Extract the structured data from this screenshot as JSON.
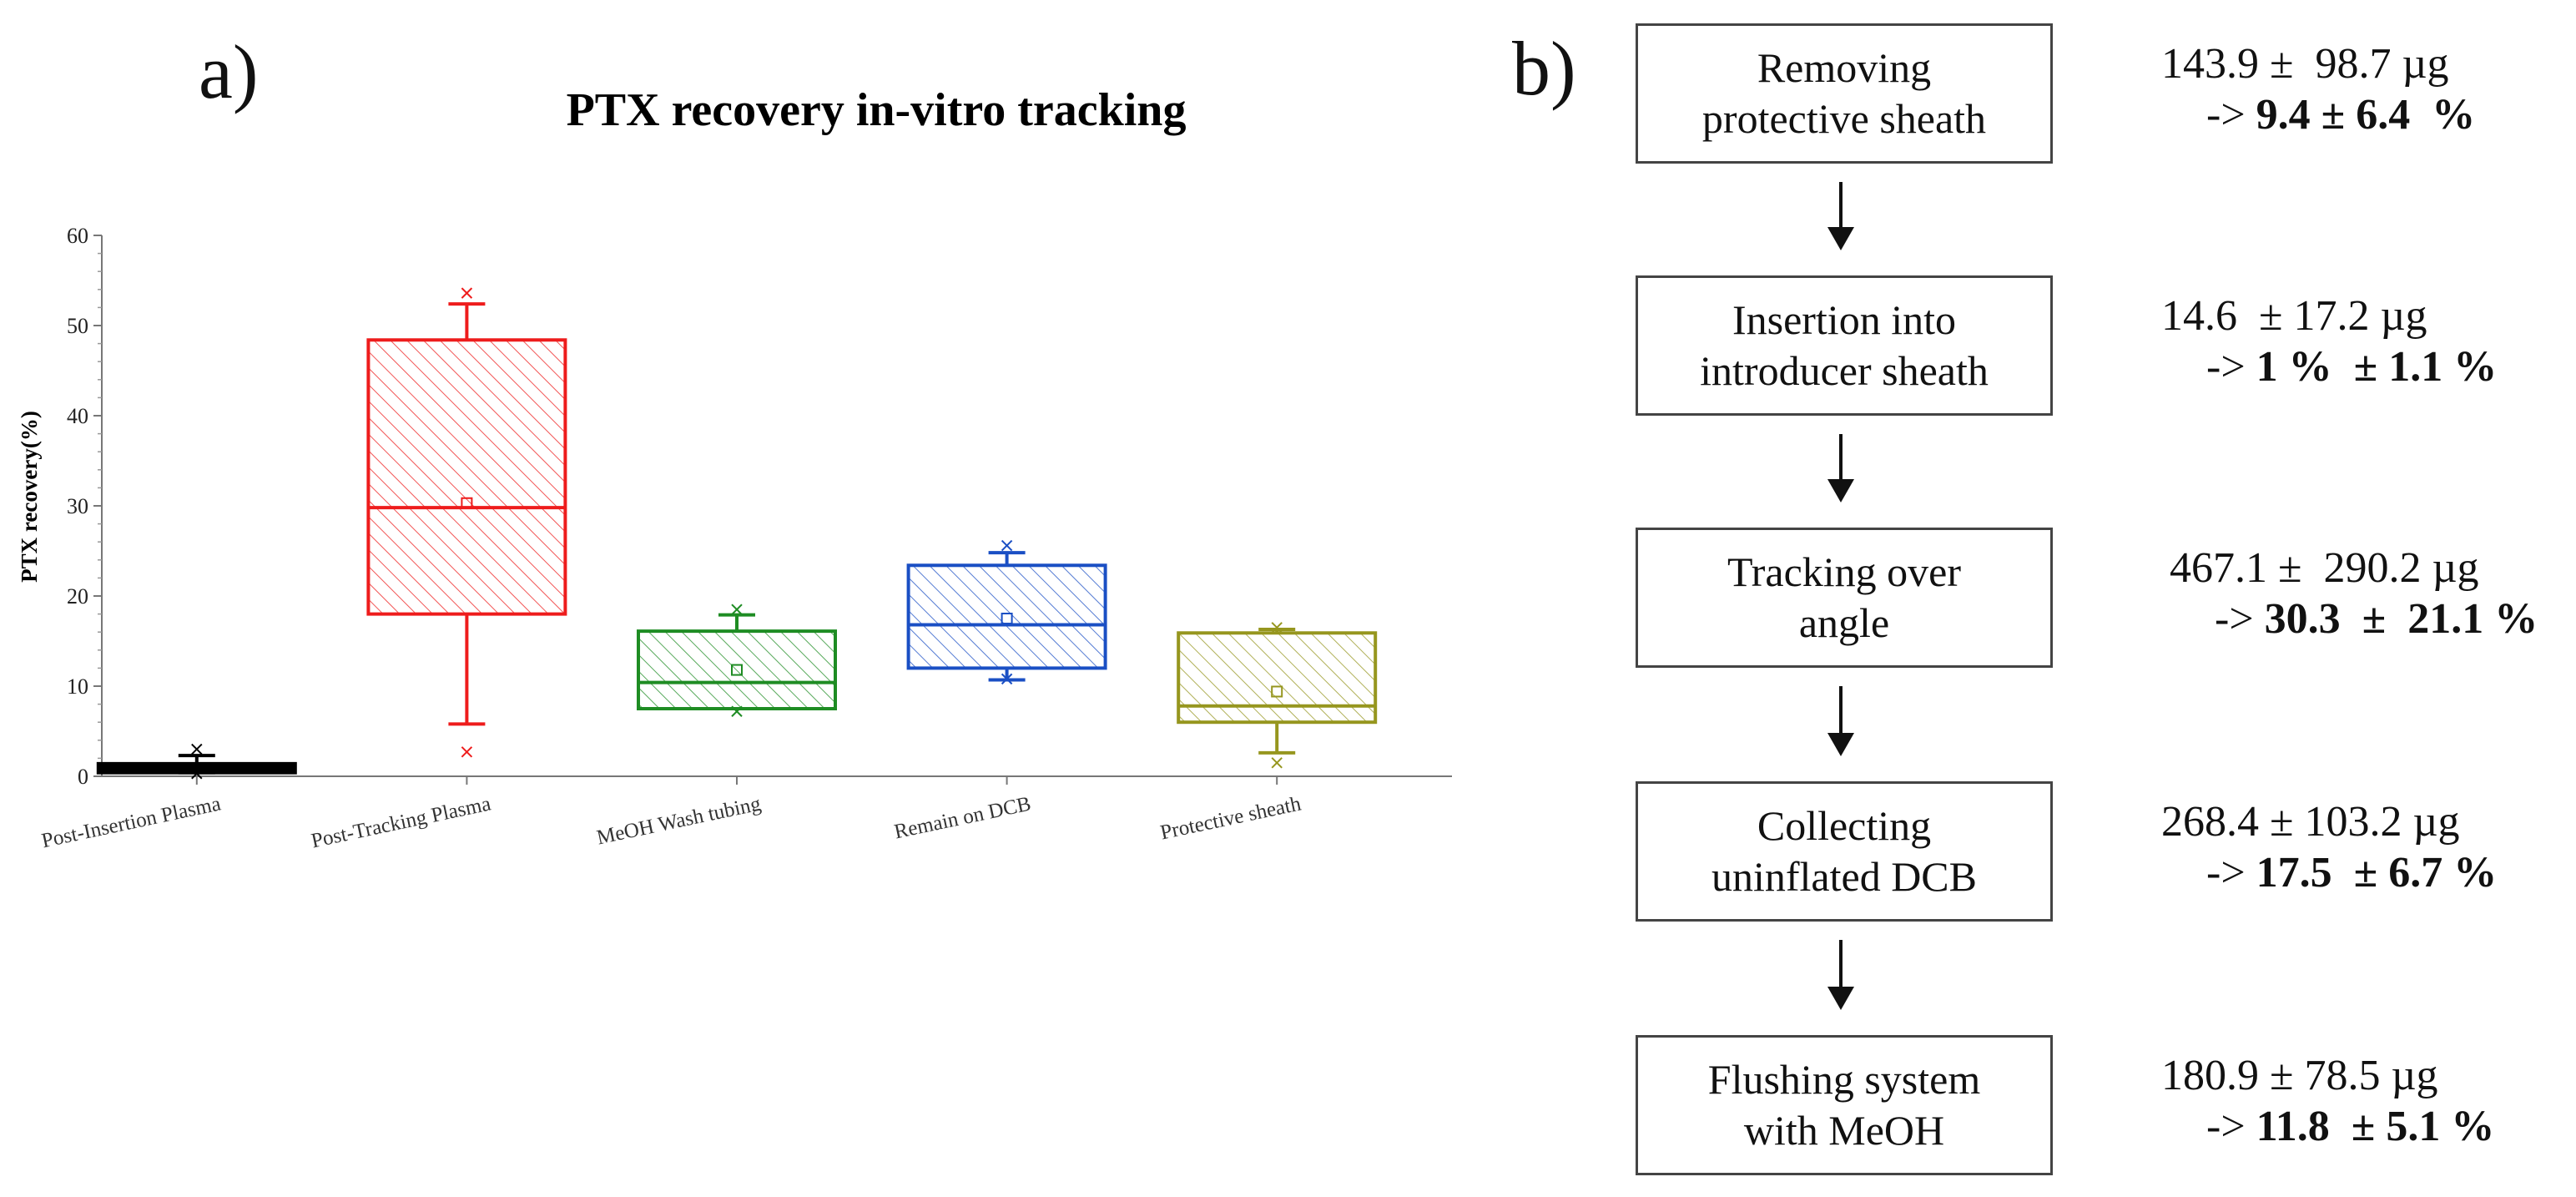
{
  "panel_a_label": "a)",
  "panel_b_label": "b)",
  "chart_data": {
    "type": "box",
    "title": "PTX recovery in-vitro tracking",
    "xlabel": "",
    "ylabel": "PTX recovery(%)",
    "ylim": [
      0,
      60
    ],
    "yticks": [
      0,
      10,
      20,
      30,
      40,
      50,
      60
    ],
    "grid": false,
    "legend": "none",
    "categories": [
      "Post-Insertion Plasma",
      "Post-Tracking Plasma",
      "MeOH Wash tubing",
      "Remain on DCB",
      "Protective sheath"
    ],
    "boxes": [
      {
        "category": "Post-Insertion Plasma",
        "color": "#000000",
        "min": 0.4,
        "q1": 0.4,
        "median": 0.9,
        "q3": 1.4,
        "max": 2.3,
        "mean": 1.0,
        "outliers": [
          3.0,
          0.3
        ]
      },
      {
        "category": "Post-Tracking Plasma",
        "color": "#ee1c1c",
        "min": 5.8,
        "q1": 18.0,
        "median": 29.8,
        "q3": 48.4,
        "max": 52.4,
        "mean": 30.3,
        "outliers": [
          53.6,
          2.7
        ]
      },
      {
        "category": "MeOH Wash tubing",
        "color": "#1e8c23",
        "min": 7.5,
        "q1": 7.5,
        "median": 10.4,
        "q3": 16.1,
        "max": 17.9,
        "mean": 11.8,
        "outliers": [
          18.5,
          7.2
        ]
      },
      {
        "category": "Remain on DCB",
        "color": "#1a4fc4",
        "min": 10.7,
        "q1": 12.0,
        "median": 16.8,
        "q3": 23.4,
        "max": 24.8,
        "mean": 17.5,
        "outliers": [
          25.6,
          10.8
        ]
      },
      {
        "category": "Protective sheath",
        "color": "#96961e",
        "min": 2.6,
        "q1": 6.0,
        "median": 7.8,
        "q3": 15.9,
        "max": 16.3,
        "mean": 9.4,
        "outliers": [
          16.5,
          1.5
        ]
      }
    ]
  },
  "flow_steps": [
    {
      "line1": "Removing",
      "line2": "protective sheath",
      "mass": "143.9 ±  98.7 µg",
      "pct_prefix": "-> ",
      "pct_value": "9.4 ± 6.4  %"
    },
    {
      "line1": "Insertion into",
      "line2": "introducer sheath",
      "mass": "14.6  ± 17.2 µg",
      "pct_prefix": "-> ",
      "pct_value": "1 %  ± 1.1 %"
    },
    {
      "line1": "Tracking over",
      "line2": "angle",
      "mass": "467.1 ±  290.2 µg",
      "pct_prefix": "-> ",
      "pct_value": "30.3  ±  21.1 %"
    },
    {
      "line1": "Collecting",
      "line2": "uninflated DCB",
      "mass": "268.4 ± 103.2 µg",
      "pct_prefix": "-> ",
      "pct_value": "17.5  ± 6.7 %"
    },
    {
      "line1": "Flushing system",
      "line2": "with MeOH",
      "mass": "180.9 ± 78.5 µg",
      "pct_prefix": "-> ",
      "pct_value": "11.8  ± 5.1 %"
    }
  ]
}
